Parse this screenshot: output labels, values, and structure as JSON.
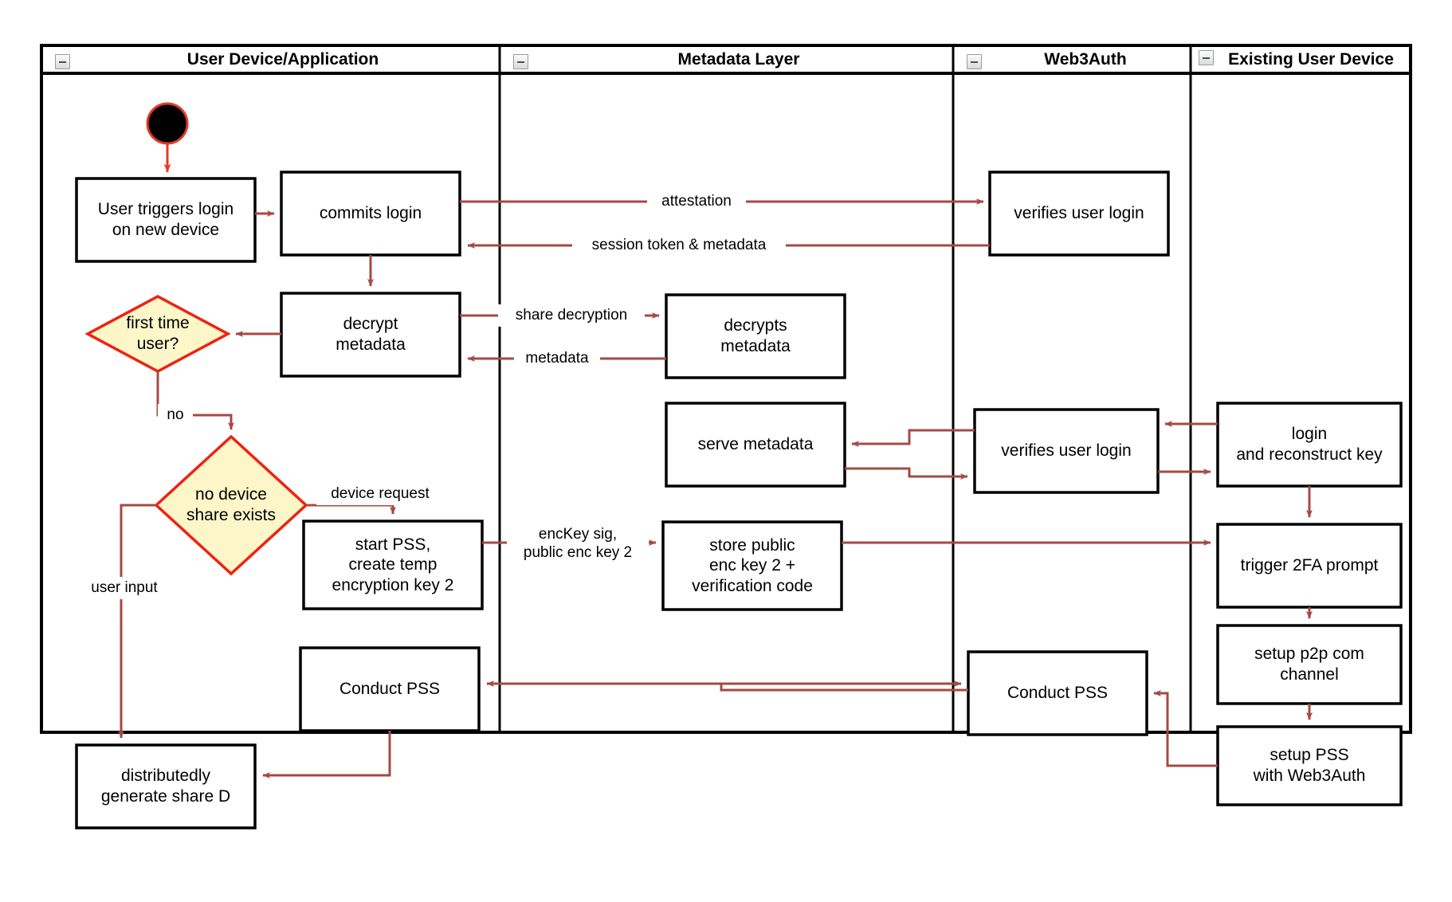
{
  "diagram": {
    "type": "swimlane-activity-flowchart",
    "title_visible": false,
    "colors": {
      "edge": "#a44a44",
      "node_border": "#000000",
      "node_fill": "#ffffff",
      "decision_border": "#ee2211",
      "decision_fill": "#fdf6c8",
      "start_fill": "#000000",
      "start_border": "#ee2211",
      "lane_border": "#000000",
      "text": "#000000"
    }
  },
  "lanes": [
    {
      "id": "lane-user-device",
      "title": "User Device/Application",
      "collapse_icon": "collapse-minus-icon"
    },
    {
      "id": "lane-metadata",
      "title": "Metadata Layer",
      "collapse_icon": "collapse-minus-icon"
    },
    {
      "id": "lane-web3auth",
      "title": "Web3Auth",
      "collapse_icon": "collapse-minus-icon"
    },
    {
      "id": "lane-existing-device",
      "title": "Existing User Device",
      "collapse_icon": "collapse-minus-icon"
    }
  ],
  "nodes": [
    {
      "id": "start",
      "lane": "lane-user-device",
      "shape": "start-circle",
      "label": ""
    },
    {
      "id": "user-triggers-login",
      "lane": "lane-user-device",
      "shape": "rect",
      "label": "User triggers login\non new device"
    },
    {
      "id": "commits-login",
      "lane": "lane-user-device",
      "shape": "rect",
      "label": "commits login"
    },
    {
      "id": "decrypt-metadata",
      "lane": "lane-user-device",
      "shape": "rect",
      "label": "decrypt\nmetadata"
    },
    {
      "id": "first-time-user",
      "lane": "lane-user-device",
      "shape": "diamond",
      "label": "first time\nuser?"
    },
    {
      "id": "no-device-share-exists",
      "lane": "lane-user-device",
      "shape": "diamond",
      "label": "no device\nshare exists"
    },
    {
      "id": "start-pss-create-temp-key",
      "lane": "lane-user-device",
      "shape": "rect",
      "label": "start PSS,\ncreate temp\nencryption key 2"
    },
    {
      "id": "conduct-pss-user",
      "lane": "lane-user-device",
      "shape": "rect",
      "label": "Conduct PSS"
    },
    {
      "id": "distributedly-generate-share-d",
      "lane": "lane-user-device",
      "shape": "rect",
      "label": "distributedly\ngenerate share D"
    },
    {
      "id": "decrypts-metadata",
      "lane": "lane-metadata",
      "shape": "rect",
      "label": "decrypts\nmetadata"
    },
    {
      "id": "serve-metadata",
      "lane": "lane-metadata",
      "shape": "rect",
      "label": "serve metadata"
    },
    {
      "id": "store-public-enc-key",
      "lane": "lane-metadata",
      "shape": "rect",
      "label": "store public\nenc key 2 +\nverification code"
    },
    {
      "id": "verifies-user-login-top",
      "lane": "lane-web3auth",
      "shape": "rect",
      "label": "verifies user login"
    },
    {
      "id": "verifies-user-login-mid",
      "lane": "lane-web3auth",
      "shape": "rect",
      "label": "verifies user login"
    },
    {
      "id": "conduct-pss-web3auth",
      "lane": "lane-web3auth",
      "shape": "rect",
      "label": "Conduct PSS"
    },
    {
      "id": "login-and-reconstruct-key",
      "lane": "lane-existing-device",
      "shape": "rect",
      "label": "login\nand reconstruct key"
    },
    {
      "id": "trigger-2fa-prompt",
      "lane": "lane-existing-device",
      "shape": "rect",
      "label": "trigger 2FA prompt"
    },
    {
      "id": "setup-p2p-com-channel",
      "lane": "lane-existing-device",
      "shape": "rect",
      "label": "setup p2p com\nchannel"
    },
    {
      "id": "setup-pss-with-web3auth",
      "lane": "lane-existing-device",
      "shape": "rect",
      "label": "setup PSS\nwith Web3Auth"
    }
  ],
  "edge_labels": [
    {
      "id": "edge-attestation",
      "text": "attestation"
    },
    {
      "id": "edge-session-token",
      "text": "session token & metadata"
    },
    {
      "id": "edge-share-decryption",
      "text": "share decryption"
    },
    {
      "id": "edge-metadata",
      "text": "metadata"
    },
    {
      "id": "edge-no",
      "text": "no"
    },
    {
      "id": "edge-device-request",
      "text": "device request"
    },
    {
      "id": "edge-user-input",
      "text": "user input"
    },
    {
      "id": "edge-enckey-sig",
      "text": "encKey sig,\npublic enc key 2"
    }
  ]
}
